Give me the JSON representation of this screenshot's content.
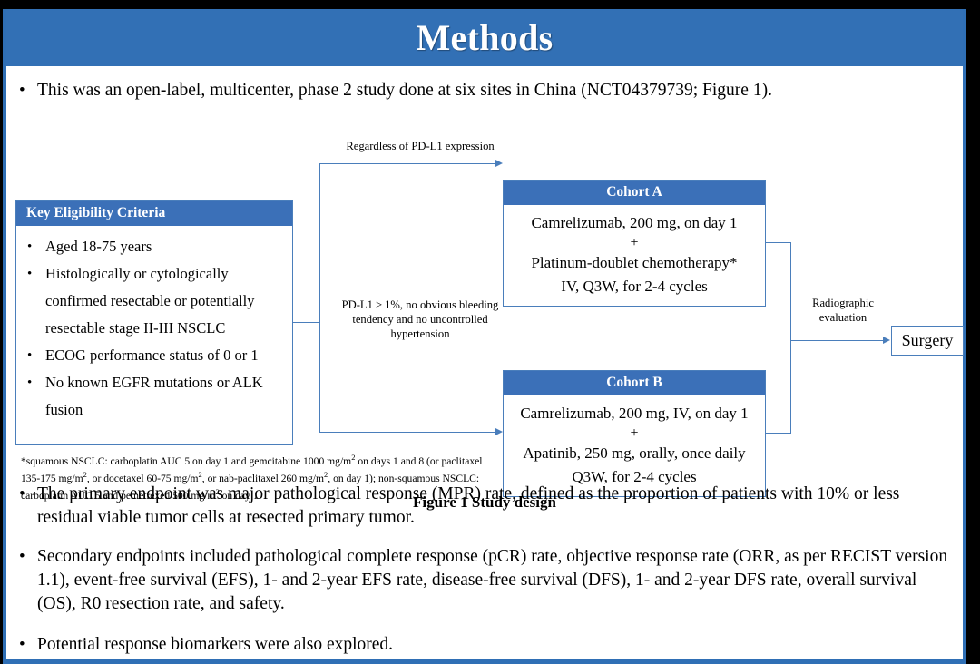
{
  "slide": {
    "title": "Methods",
    "accent_color": "#3270b5",
    "frame_color": "#2f6fb5",
    "box_border_color": "#4a7ebb",
    "box_header_color": "#3b70b8"
  },
  "bullets": {
    "intro": "This was an open-label, multicenter, phase 2 study done at six sites in China (NCT04379739; Figure 1).",
    "primary": "The primary endpoint was major pathological response (MPR) rate, defined as the proportion of patients with 10% or less residual viable tumor cells at resected primary tumor.",
    "secondary": "Secondary endpoints included pathological complete response (pCR) rate, objective response rate (ORR, as per RECIST version 1.1), event-free survival (EFS), 1- and 2-year EFS rate, disease-free survival (DFS), 1- and 2-year DFS rate, overall survival (OS), R0 resection rate, and safety.",
    "biomarkers": "Potential response biomarkers were also explored.",
    "marker": "•"
  },
  "figure": {
    "caption": "Figure 1 Study design",
    "eligibility": {
      "header": "Key  Eligibility Criteria",
      "items": [
        "Aged 18-75 years",
        "Histologically or cytologically confirmed resectable or potentially resectable stage II-III  NSCLC",
        "ECOG performance status of 0 or 1",
        "No known EGFR mutations or ALK fusion"
      ]
    },
    "footnote": "*squamous NSCLC: carboplatin AUC 5 on day 1 and gemcitabine 1000 mg/m2 on days 1 and 8 (or paclitaxel 135-175 mg/m2, or docetaxel 60-75 mg/m2, or nab-paclitaxel 260 mg/m2, on day 1); non-squamous NSCLC: carboplatin AUC 5 and pemetrexed 500 mg/m2 on day 1",
    "cohort_a": {
      "header": "Cohort A",
      "line1": "Camrelizumab, 200 mg, on day 1",
      "plus": "+",
      "line2": "Platinum-doublet chemotherapy*",
      "line3": "IV, Q3W, for 2-4 cycles"
    },
    "cohort_b": {
      "header": "Cohort B",
      "line1": "Camrelizumab, 200 mg, IV, on day 1",
      "plus": "+",
      "line2": "Apatinib, 250 mg, orally, once daily",
      "line3": "Q3W, for 2-4 cycles"
    },
    "labels": {
      "regardless": "Regardless  of PD-L1 expression",
      "pdl1": "PD-L1 ≥ 1%, no obvious bleeding tendency and no uncontrolled  hypertension",
      "radiographic": "Radiographic evaluation"
    },
    "surgery": "Surgery"
  }
}
